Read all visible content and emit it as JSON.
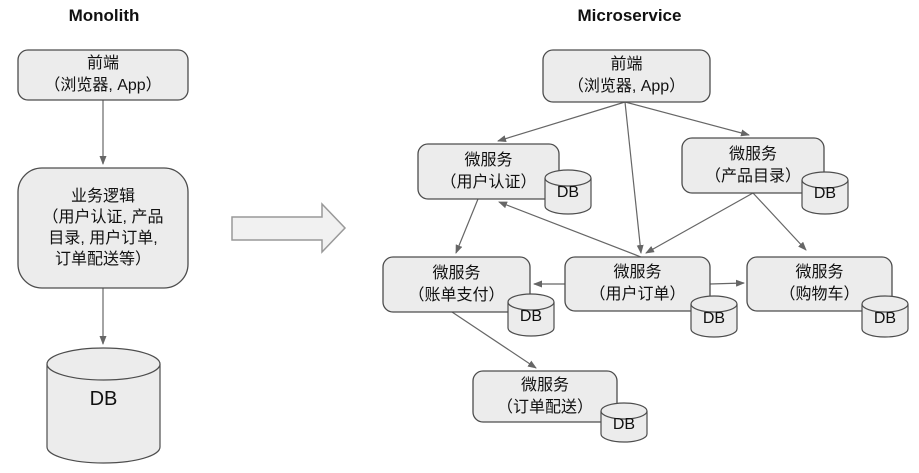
{
  "titles": {
    "monolith": "Monolith",
    "microservice": "Microservice"
  },
  "colors": {
    "box_fill": "#ececec",
    "box_border": "#4d4d4d",
    "arrow_line": "#666666",
    "big_arrow_fill": "#f1f1f1",
    "big_arrow_border": "#999999",
    "text": "#111111",
    "background": "#ffffff"
  },
  "monolith": {
    "frontend": {
      "line1": "前端",
      "line2": "（浏览器, App）"
    },
    "business": {
      "line1": "业务逻辑",
      "line2": "（用户认证, 产品",
      "line3": "目录, 用户订单,",
      "line4": "订单配送等）"
    },
    "db": {
      "label": "DB"
    }
  },
  "microservice": {
    "frontend": {
      "line1": "前端",
      "line2": "（浏览器, App）"
    },
    "auth": {
      "line1": "微服务",
      "line2": "（用户认证）",
      "db": "DB"
    },
    "catalog": {
      "line1": "微服务",
      "line2": "（产品目录）",
      "db": "DB"
    },
    "billing": {
      "line1": "微服务",
      "line2": "（账单支付）",
      "db": "DB"
    },
    "orders": {
      "line1": "微服务",
      "line2": "（用户订单）",
      "db": "DB"
    },
    "cart": {
      "line1": "微服务",
      "line2": "（购物车）",
      "db": "DB"
    },
    "delivery": {
      "line1": "微服务",
      "line2": "（订单配送）",
      "db": "DB"
    }
  }
}
